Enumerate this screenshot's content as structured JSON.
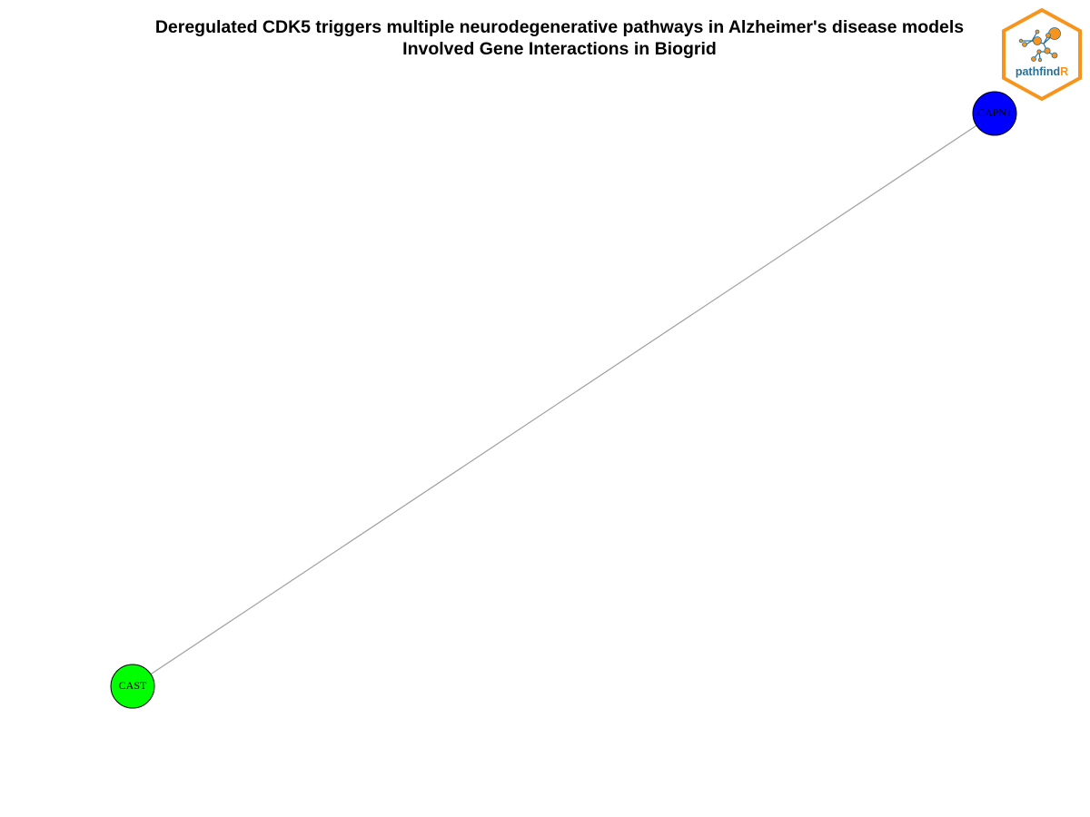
{
  "title": {
    "line1": "Deregulated CDK5 triggers multiple neurodegenerative pathways in Alzheimer's disease models",
    "line2": "Involved Gene Interactions in Biogrid"
  },
  "logo": {
    "text_main": "pathfind",
    "text_accent": "R",
    "icon": "network-hexagon-icon",
    "border_color": "#f7941d",
    "text_color": "#2a6f97",
    "accent_color": "#f7941d"
  },
  "network": {
    "edge_color": "#a0a0a0",
    "node_border_color": "#000000",
    "nodes": [
      {
        "id": "CAPN1",
        "label": "CAPN1",
        "color": "#0000ff"
      },
      {
        "id": "CAST",
        "label": "CAST",
        "color": "#00ff00"
      }
    ],
    "edges": [
      {
        "source": "CAPN1",
        "target": "CAST"
      }
    ]
  }
}
